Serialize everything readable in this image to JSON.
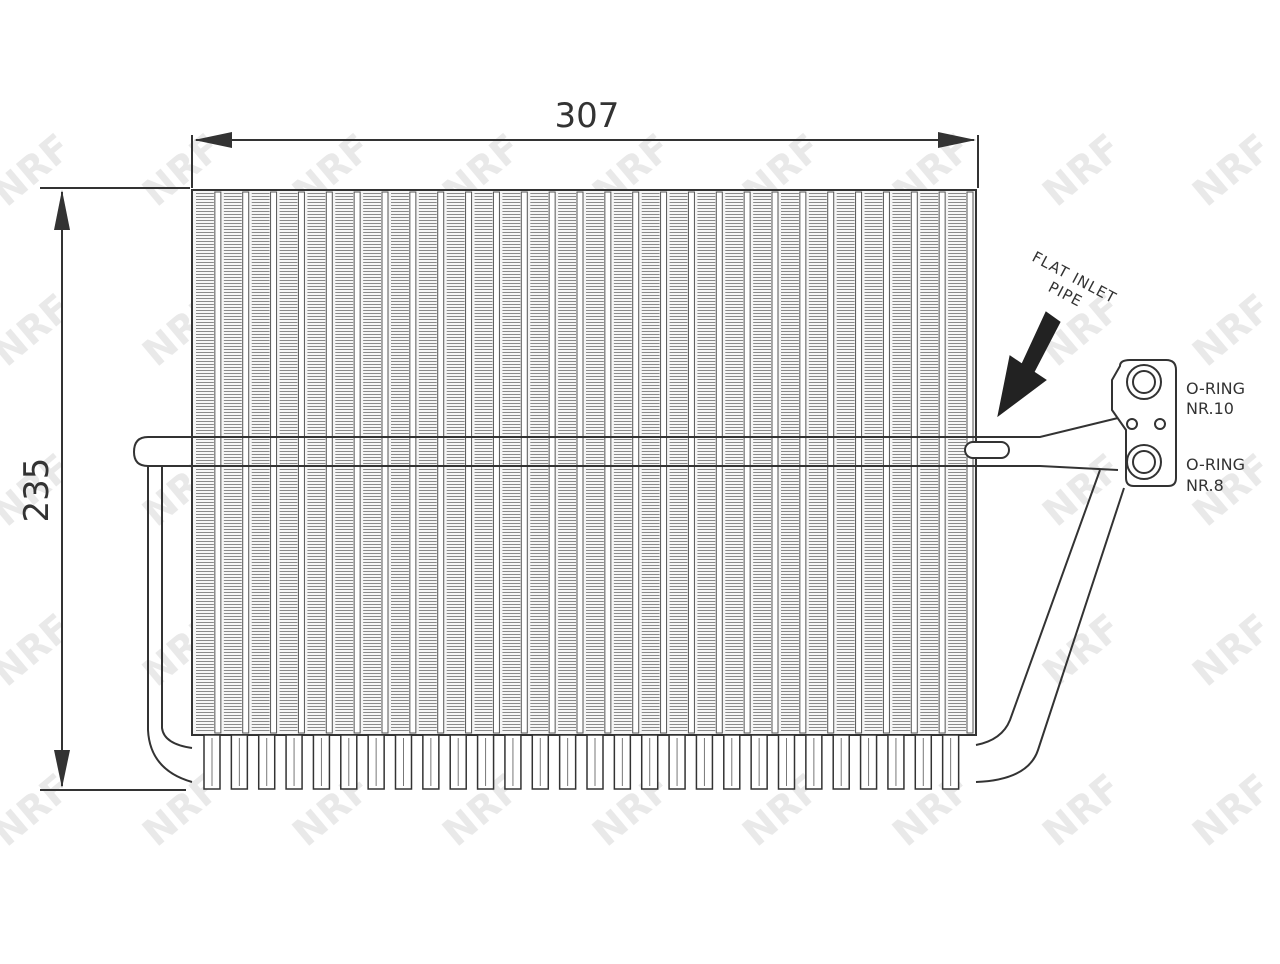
{
  "dimensions": {
    "width": "307",
    "height": "235"
  },
  "annotations": {
    "inlet_line1": "FLAT INLET",
    "inlet_line2": "PIPE",
    "oring_top_line1": "O-RING",
    "oring_top_line2": "NR.10",
    "oring_bottom_line1": "O-RING",
    "oring_bottom_line2": "NR.8"
  },
  "watermark": {
    "text": "NRF"
  },
  "colors": {
    "line": "#333333",
    "fin": "#8a8a8a",
    "watermark": "#e9e9e9"
  }
}
